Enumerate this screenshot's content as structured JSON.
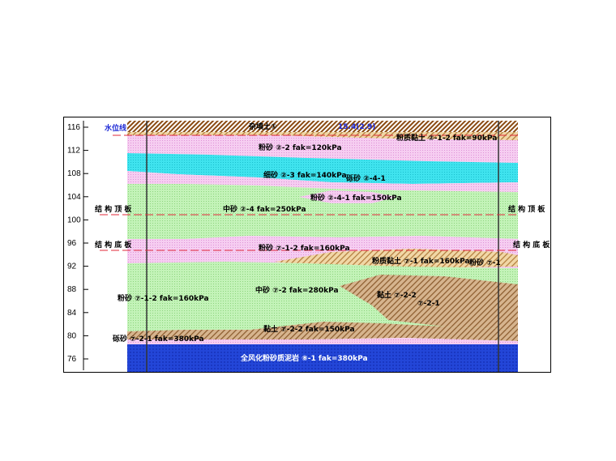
{
  "axis": {
    "ticks": [
      "116",
      "112",
      "108",
      "104",
      "100",
      "96",
      "92",
      "88",
      "84",
      "80",
      "76"
    ]
  },
  "labels": {
    "water_level": "水位线",
    "top_slab_left": "结 构 顶 板",
    "top_slab_right": "结 构 顶 板",
    "bottom_slab_left": "结 构 底 板",
    "bottom_slab_right": "结 构 底 板",
    "surface_fill": "杂填土①",
    "surface_fill_blue": "15.4(2.9)",
    "silty_clay_top": "粉质黏土 ②-1-2 fak=90kPa",
    "fine_sand_1": "粉砂 ②-2 fak=120kPa",
    "fine_sand_2": "细砂 ②-3 fak=140kPa",
    "gravel_sand_1": "砾砂 ②-4-1",
    "medium_sand_1": "中砂 ②-4 fak=250kPa",
    "fine_sand_3": "粉砂 ②-4-1 fak=150kPa",
    "fine_sand_4": "粉砂 ⑦-1-2 fak=160kPa",
    "silty_clay_mid": "粉质黏土 ⑦-1 fak=160kPa",
    "fine_sand_5": "粉砂 ⑦-1",
    "fine_sand_left": "粉砂 ⑦-1-2 fak=160kPa",
    "medium_sand_2": "中砂 ⑦-2 fak=280kPa",
    "clay_1": "黏土 ⑦-2-2",
    "clay_2": "⑦-2-1",
    "gravel_sand_2": "砾砂 ⑦-2-1 fak=380kPa",
    "clay_3": "黏土 ⑦-2-2 fak=150kPa",
    "weathered_rock": "全风化粉砂质泥岩 ⑧-1 fak=380kPa"
  },
  "colors": {
    "fill_brown": "#b5651d",
    "silty_clay": "#e8cf9a",
    "fine_sand": "#f3c6ee",
    "fine_sand_cyan": "#33e3ef",
    "medium_sand": "#bff2b4",
    "clay_brown": "#c9a27a",
    "rock_blue": "#1c3cd6",
    "design_line": "#e0283a"
  }
}
